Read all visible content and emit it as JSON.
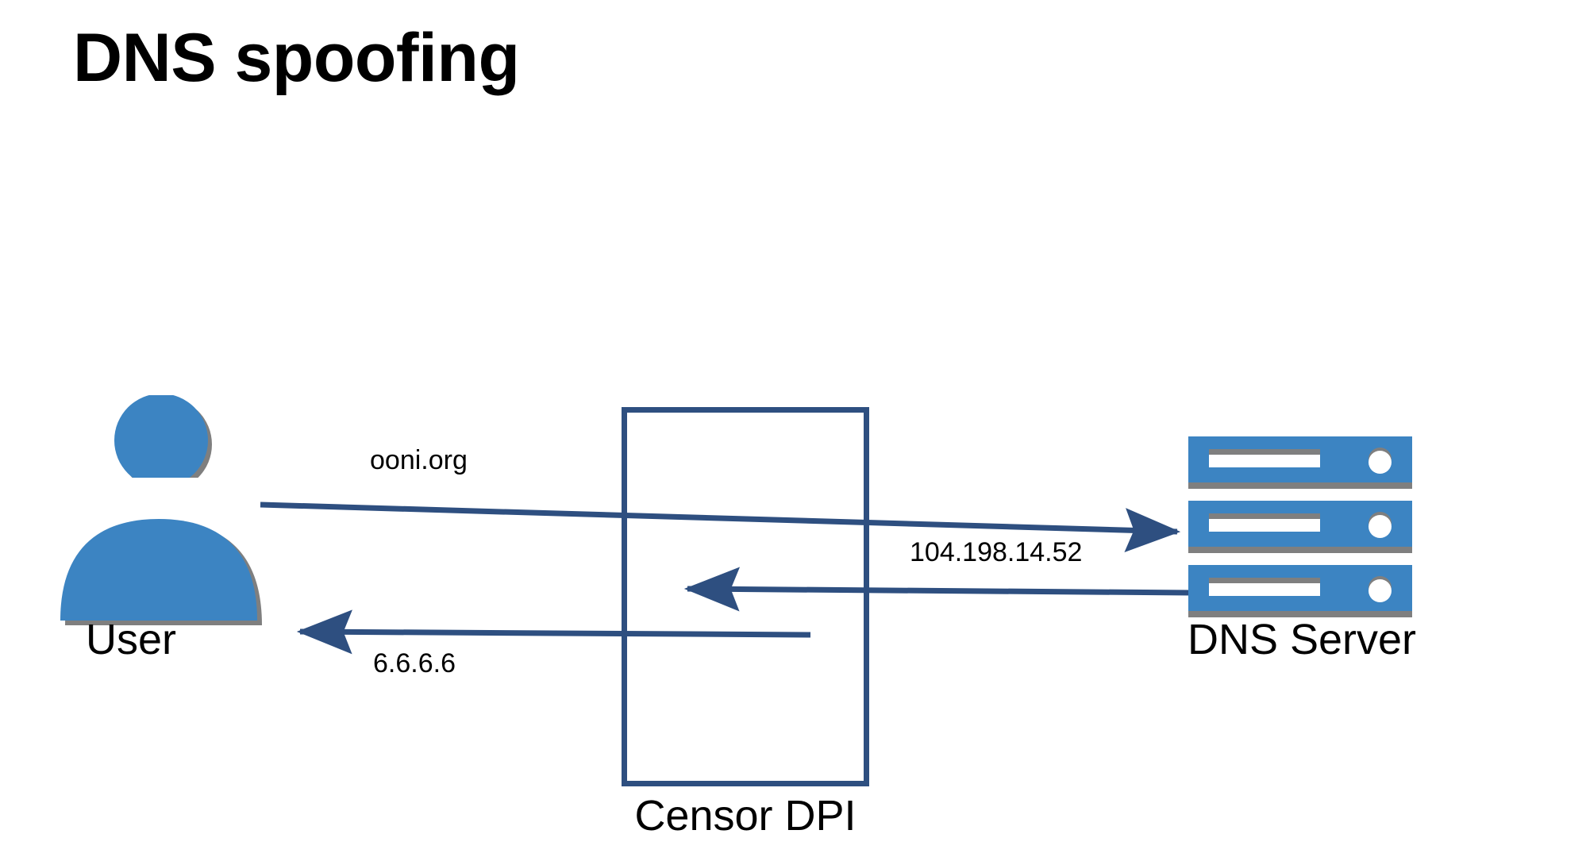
{
  "slide": {
    "title": "DNS spoofing",
    "background_color": "#FFFFFF"
  },
  "palette": {
    "accent_blue": "#3C84C2",
    "line_navy": "#2E4F80",
    "shadow_gray": "#7F7F7F",
    "text_black": "#000000"
  },
  "nodes": {
    "user": {
      "label": "User",
      "icon": "person-icon",
      "color": "#3C84C2"
    },
    "censor": {
      "label": "Censor DPI",
      "shape": "rectangle",
      "border_color": "#2E4F80"
    },
    "server": {
      "label": "DNS Server",
      "icon": "server-rack-icon",
      "color": "#3C84C2",
      "unit_count": 3
    }
  },
  "edges": [
    {
      "id": "query",
      "label": "ooni.org",
      "from": "user",
      "to": "server",
      "direction": "right",
      "color": "#2E4F80"
    },
    {
      "id": "answer",
      "label": "104.198.14.52",
      "from": "server",
      "to": "censor",
      "direction": "left",
      "color": "#2E4F80"
    },
    {
      "id": "spoof",
      "label": "6.6.6.6",
      "from": "censor",
      "to": "user",
      "direction": "left",
      "color": "#2E4F80"
    }
  ]
}
